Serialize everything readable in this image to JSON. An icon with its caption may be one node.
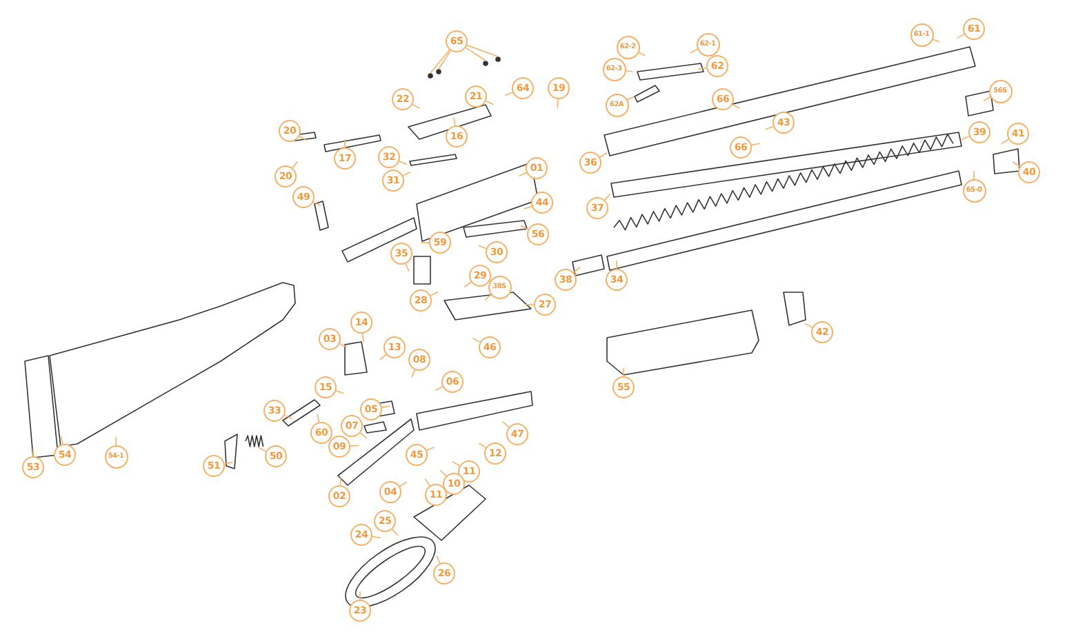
{
  "diagram": {
    "nodes": [
      {
        "text": [
          "65"
        ]
      },
      {
        "text": [
          "22"
        ]
      },
      {
        "text": [
          "21"
        ]
      },
      {
        "text": [
          "64"
        ]
      },
      {
        "text": [
          "19"
        ]
      },
      {
        "text": [
          "16"
        ]
      },
      {
        "text": [
          "20"
        ]
      },
      {
        "text": [
          "20"
        ]
      },
      {
        "text": [
          "17"
        ]
      },
      {
        "text": [
          "32"
        ]
      },
      {
        "text": [
          "31"
        ]
      },
      {
        "text": [
          "01"
        ]
      },
      {
        "text": [
          "49"
        ]
      },
      {
        "text": [
          "44"
        ]
      },
      {
        "text": [
          "56"
        ]
      },
      {
        "text": [
          "59"
        ]
      },
      {
        "text": [
          "35"
        ]
      },
      {
        "text": [
          "30"
        ]
      },
      {
        "text": [
          "29"
        ]
      },
      {
        "text": [
          "38S"
        ]
      },
      {
        "text": [
          "28"
        ]
      },
      {
        "text": [
          "27"
        ]
      },
      {
        "text": [
          "46"
        ]
      },
      {
        "text": [
          "03"
        ]
      },
      {
        "text": [
          "14"
        ]
      },
      {
        "text": [
          "13"
        ]
      },
      {
        "text": [
          "08"
        ]
      },
      {
        "text": [
          "06"
        ]
      },
      {
        "text": [
          "15"
        ]
      },
      {
        "text": [
          "05"
        ]
      },
      {
        "text": [
          "33"
        ]
      },
      {
        "text": [
          "60"
        ]
      },
      {
        "text": [
          "07"
        ]
      },
      {
        "text": [
          "09"
        ]
      },
      {
        "text": [
          "47"
        ]
      },
      {
        "text": [
          "45"
        ]
      },
      {
        "text": [
          "12"
        ]
      },
      {
        "text": [
          "11"
        ]
      },
      {
        "text": [
          "10"
        ]
      },
      {
        "text": [
          "11"
        ]
      },
      {
        "text": [
          "04"
        ]
      },
      {
        "text": [
          "02"
        ]
      },
      {
        "text": [
          "51"
        ]
      },
      {
        "text": [
          "50"
        ]
      },
      {
        "text": [
          "24"
        ]
      },
      {
        "text": [
          "25"
        ]
      },
      {
        "text": [
          "26"
        ]
      },
      {
        "text": [
          "23"
        ]
      },
      {
        "text": [
          "53"
        ]
      },
      {
        "text": [
          "54"
        ]
      },
      {
        "text": [
          "54-1"
        ]
      },
      {
        "text": [
          "61-1"
        ]
      },
      {
        "text": [
          "61"
        ]
      },
      {
        "text": [
          "62-2"
        ]
      },
      {
        "text": [
          "62-1"
        ]
      },
      {
        "text": [
          "62-3"
        ]
      },
      {
        "text": [
          "62"
        ]
      },
      {
        "text": [
          "62A"
        ]
      },
      {
        "text": [
          "66"
        ]
      },
      {
        "text": [
          "43"
        ]
      },
      {
        "text": [
          "66"
        ]
      },
      {
        "text": [
          "36"
        ]
      },
      {
        "text": [
          "56S"
        ]
      },
      {
        "text": [
          "39"
        ]
      },
      {
        "text": [
          "41"
        ]
      },
      {
        "text": [
          "40"
        ]
      },
      {
        "text": [
          "65-0"
        ]
      },
      {
        "text": [
          "37"
        ]
      },
      {
        "text": [
          "38"
        ]
      },
      {
        "text": [
          "34"
        ]
      },
      {
        "text": [
          "55"
        ]
      },
      {
        "text": [
          "42"
        ]
      }
    ],
    "edges": [
      {
        "from": 0,
        "to": null,
        "arrow": "none"
      },
      {
        "from": 0,
        "to": null,
        "arrow": "none"
      },
      {
        "from": 0,
        "to": null,
        "arrow": "none"
      },
      {
        "from": 0,
        "to": null,
        "arrow": "none"
      },
      {
        "from": 1,
        "to": null,
        "arrow": "none"
      },
      {
        "from": 2,
        "to": null,
        "arrow": "none"
      },
      {
        "from": 3,
        "to": null,
        "arrow": "none"
      },
      {
        "from": 4,
        "to": null,
        "arrow": "none"
      },
      {
        "from": 5,
        "to": null,
        "arrow": "none"
      },
      {
        "from": 6,
        "to": null,
        "arrow": "none"
      },
      {
        "from": 7,
        "to": null,
        "arrow": "none"
      },
      {
        "from": 8,
        "to": null,
        "arrow": "none"
      },
      {
        "from": 9,
        "to": null,
        "arrow": "none"
      },
      {
        "from": 10,
        "to": null,
        "arrow": "none"
      },
      {
        "from": 11,
        "to": null,
        "arrow": "none"
      },
      {
        "from": 12,
        "to": null,
        "arrow": "none"
      },
      {
        "from": 13,
        "to": null,
        "arrow": "none"
      },
      {
        "from": 14,
        "to": null,
        "arrow": "none"
      },
      {
        "from": 15,
        "to": null,
        "arrow": "none"
      },
      {
        "from": 16,
        "to": null,
        "arrow": "none"
      },
      {
        "from": 17,
        "to": null,
        "arrow": "none"
      },
      {
        "from": 18,
        "to": null,
        "arrow": "none"
      },
      {
        "from": 19,
        "to": null,
        "arrow": "none"
      },
      {
        "from": 20,
        "to": null,
        "arrow": "none"
      },
      {
        "from": 21,
        "to": null,
        "arrow": "none"
      },
      {
        "from": 22,
        "to": null,
        "arrow": "none"
      },
      {
        "from": 23,
        "to": null,
        "arrow": "none"
      },
      {
        "from": 24,
        "to": null,
        "arrow": "none"
      },
      {
        "from": 25,
        "to": null,
        "arrow": "none"
      },
      {
        "from": 26,
        "to": null,
        "arrow": "none"
      },
      {
        "from": 27,
        "to": null,
        "arrow": "none"
      },
      {
        "from": 28,
        "to": null,
        "arrow": "none"
      },
      {
        "from": 29,
        "to": null,
        "arrow": "none"
      },
      {
        "from": 30,
        "to": null,
        "arrow": "none"
      },
      {
        "from": 31,
        "to": null,
        "arrow": "none"
      },
      {
        "from": 32,
        "to": null,
        "arrow": "none"
      },
      {
        "from": 33,
        "to": null,
        "arrow": "none"
      },
      {
        "from": 34,
        "to": null,
        "arrow": "none"
      },
      {
        "from": 35,
        "to": null,
        "arrow": "none"
      },
      {
        "from": 36,
        "to": null,
        "arrow": "none"
      },
      {
        "from": 37,
        "to": null,
        "arrow": "none"
      },
      {
        "from": 38,
        "to": null,
        "arrow": "none"
      },
      {
        "from": 39,
        "to": null,
        "arrow": "none"
      },
      {
        "from": 40,
        "to": null,
        "arrow": "none"
      },
      {
        "from": 41,
        "to": null,
        "arrow": "none"
      },
      {
        "from": 42,
        "to": null,
        "arrow": "none"
      },
      {
        "from": 43,
        "to": null,
        "arrow": "none"
      },
      {
        "from": 44,
        "to": null,
        "arrow": "none"
      },
      {
        "from": 45,
        "to": null,
        "arrow": "none"
      },
      {
        "from": 46,
        "to": null,
        "arrow": "none"
      },
      {
        "from": 47,
        "to": null,
        "arrow": "none"
      },
      {
        "from": 48,
        "to": null,
        "arrow": "none"
      },
      {
        "from": 49,
        "to": null,
        "arrow": "none"
      },
      {
        "from": 50,
        "to": null,
        "arrow": "none"
      },
      {
        "from": 51,
        "to": null,
        "arrow": "none"
      },
      {
        "from": 52,
        "to": null,
        "arrow": "none"
      },
      {
        "from": 53,
        "to": null,
        "arrow": "none"
      },
      {
        "from": 54,
        "to": null,
        "arrow": "none"
      },
      {
        "from": 55,
        "to": null,
        "arrow": "none"
      },
      {
        "from": 56,
        "to": null,
        "arrow": "none"
      },
      {
        "from": 57,
        "to": null,
        "arrow": "none"
      },
      {
        "from": 58,
        "to": null,
        "arrow": "none"
      },
      {
        "from": 59,
        "to": null,
        "arrow": "none"
      },
      {
        "from": 60,
        "to": null,
        "arrow": "none"
      },
      {
        "from": 61,
        "to": null,
        "arrow": "none"
      },
      {
        "from": 62,
        "to": null,
        "arrow": "none"
      },
      {
        "from": 63,
        "to": null,
        "arrow": "none"
      },
      {
        "from": 64,
        "to": null,
        "arrow": "none"
      },
      {
        "from": 65,
        "to": null,
        "arrow": "none"
      },
      {
        "from": 66,
        "to": null,
        "arrow": "none"
      },
      {
        "from": 67,
        "to": null,
        "arrow": "none"
      },
      {
        "from": 68,
        "to": null,
        "arrow": "none"
      },
      {
        "from": 69,
        "to": null,
        "arrow": "none"
      },
      {
        "from": 70,
        "to": null,
        "arrow": "none"
      },
      {
        "from": 71,
        "to": null,
        "arrow": "none"
      }
    ]
  }
}
